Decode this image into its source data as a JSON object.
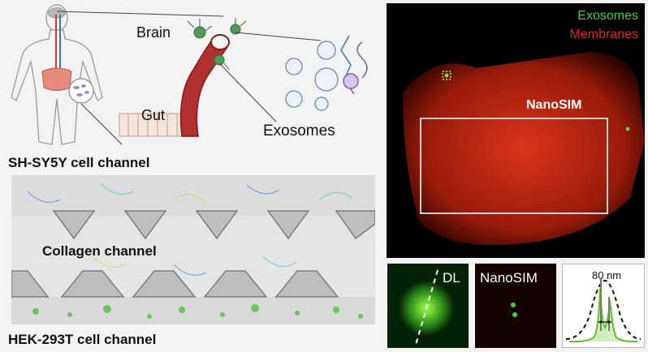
{
  "schematic": {
    "brain_label": "Brain",
    "gut_label": "Gut",
    "exosomes_label": "Exosomes"
  },
  "chip": {
    "top_channel_label": "SH-SY5Y cell channel",
    "middle_channel_label": "Collagen channel",
    "bottom_channel_label": "HEK-293T cell channel"
  },
  "fluorescence": {
    "legend_exosomes": "Exosomes",
    "legend_membranes": "Membranes",
    "roi_label": "NanoSIM",
    "colors": {
      "exosomes": "#3fd13f",
      "membranes": "#e02a14",
      "background": "#000000"
    }
  },
  "insets": {
    "dl_label": "DL",
    "nanosim_label": "NanoSIM",
    "resolution_label": "80 nm"
  }
}
